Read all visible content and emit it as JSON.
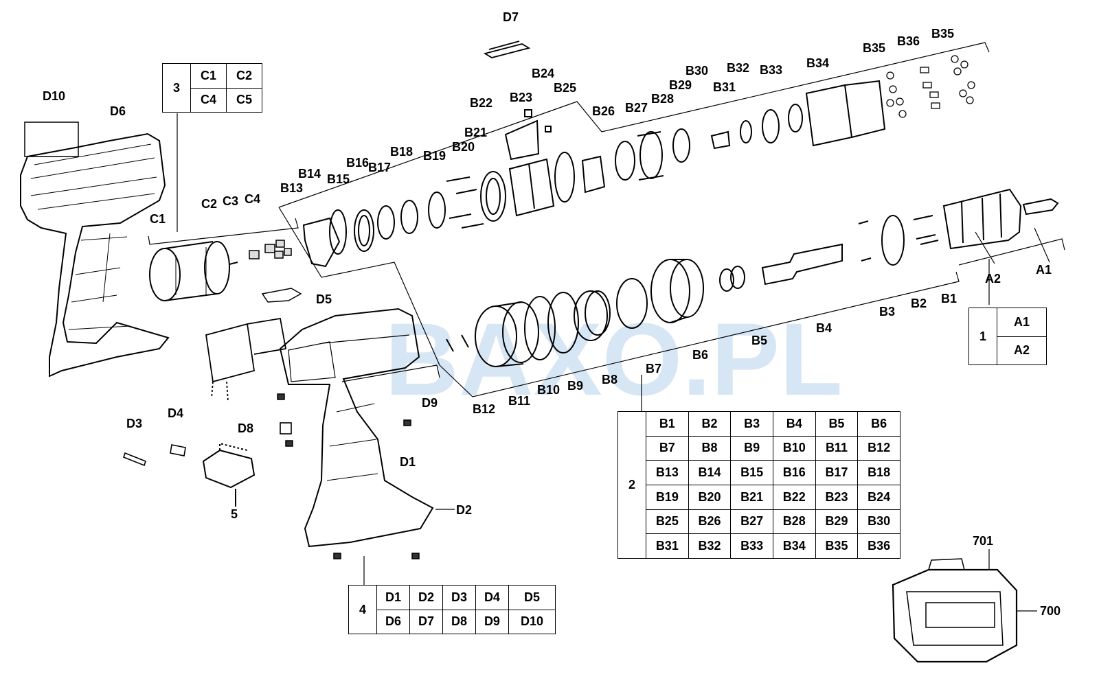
{
  "watermark": "BAXO.PL",
  "callouts": {
    "D10": "D10",
    "D6": "D6",
    "D7": "D7",
    "D5": "D5",
    "D3": "D3",
    "D4": "D4",
    "D8": "D8",
    "D9": "D9",
    "D1": "D1",
    "D2": "D2",
    "five": "5",
    "C1": "C1",
    "C2": "C2",
    "C3": "C3",
    "C4": "C4",
    "B13": "B13",
    "B14": "B14",
    "B15": "B15",
    "B16": "B16",
    "B17": "B17",
    "B18": "B18",
    "B19": "B19",
    "B20": "B20",
    "B21": "B21",
    "B22": "B22",
    "B23": "B23",
    "B24": "B24",
    "B25": "B25",
    "B26": "B26",
    "B27": "B27",
    "B28": "B28",
    "B29": "B29",
    "B30": "B30",
    "B31": "B31",
    "B32": "B32",
    "B33": "B33",
    "B34": "B34",
    "B35a": "B35",
    "B36": "B36",
    "B35b": "B35",
    "B1": "B1",
    "B2": "B2",
    "B3": "B3",
    "B4": "B4",
    "B5": "B5",
    "B6": "B6",
    "B7": "B7",
    "B8": "B8",
    "B9": "B9",
    "B10": "B10",
    "B11": "B11",
    "B12": "B12",
    "A1": "A1",
    "A2": "A2",
    "n701": "701",
    "n700": "700"
  },
  "tables": {
    "group3": {
      "number": "3",
      "rows": [
        [
          "C1",
          "C2"
        ],
        [
          "C4",
          "C5"
        ]
      ]
    },
    "group1": {
      "number": "1",
      "rows": [
        [
          "A1"
        ],
        [
          "A2"
        ]
      ]
    },
    "group2": {
      "number": "2",
      "rows": [
        [
          "B1",
          "B2",
          "B3",
          "B4",
          "B5",
          "B6"
        ],
        [
          "B7",
          "B8",
          "B9",
          "B10",
          "B11",
          "B12"
        ],
        [
          "B13",
          "B14",
          "B15",
          "B16",
          "B17",
          "B18"
        ],
        [
          "B19",
          "B20",
          "B21",
          "B22",
          "B23",
          "B24"
        ],
        [
          "B25",
          "B26",
          "B27",
          "B28",
          "B29",
          "B30"
        ],
        [
          "B31",
          "B32",
          "B33",
          "B34",
          "B35",
          "B36"
        ]
      ]
    },
    "group4": {
      "number": "4",
      "rows": [
        [
          "D1",
          "D2",
          "D3",
          "D4",
          "D5"
        ],
        [
          "D6",
          "D7",
          "D8",
          "D9",
          "D10"
        ]
      ]
    }
  }
}
